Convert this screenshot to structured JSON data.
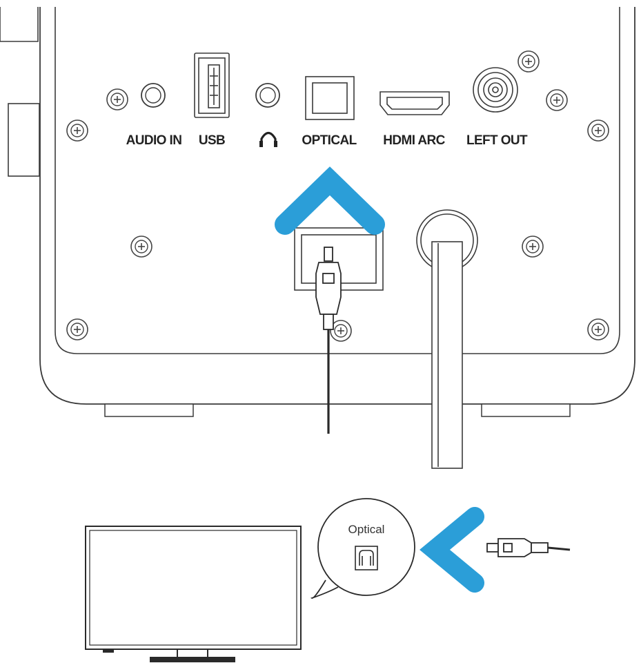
{
  "labels": {
    "audio_in": "AUDIO IN",
    "usb": "USB",
    "optical": "OPTICAL",
    "hdmi_arc": "HDMI ARC",
    "left_out": "LEFT OUT",
    "bubble": "Optical"
  },
  "colors": {
    "arrow": "#2b9ed8",
    "line": "#3a3a3a",
    "panel": "#ffffff"
  },
  "icons": {
    "headphone": "headphone-icon",
    "screw": "screw-icon"
  }
}
